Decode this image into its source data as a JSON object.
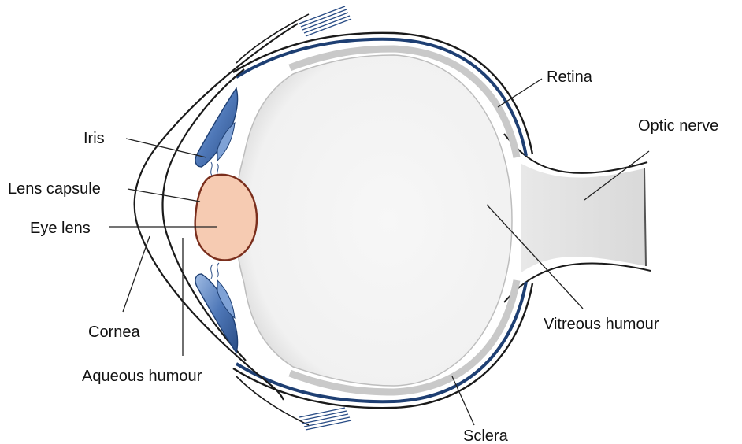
{
  "labels": {
    "retina": "Retina",
    "optic_nerve": "Optic nerve",
    "iris": "Iris",
    "lens_capsule": "Lens capsule",
    "eye_lens": "Eye lens",
    "cornea": "Cornea",
    "aqueous_humour": "Aqueous humour",
    "vitreous_humour": "Vitreous humour",
    "sclera": "Sclera"
  },
  "colors": {
    "outline": "#1a1a1a",
    "sclera_blue": "#1e3f73",
    "iris_blue": "#5b86c4",
    "lens_fill": "#f6cbb2",
    "lens_stroke": "#7a2e1c",
    "vitreous_fill": "#f3f3f3",
    "nerve_fill": "#e2e2e2",
    "choroid_gray": "#c9c9c9"
  }
}
